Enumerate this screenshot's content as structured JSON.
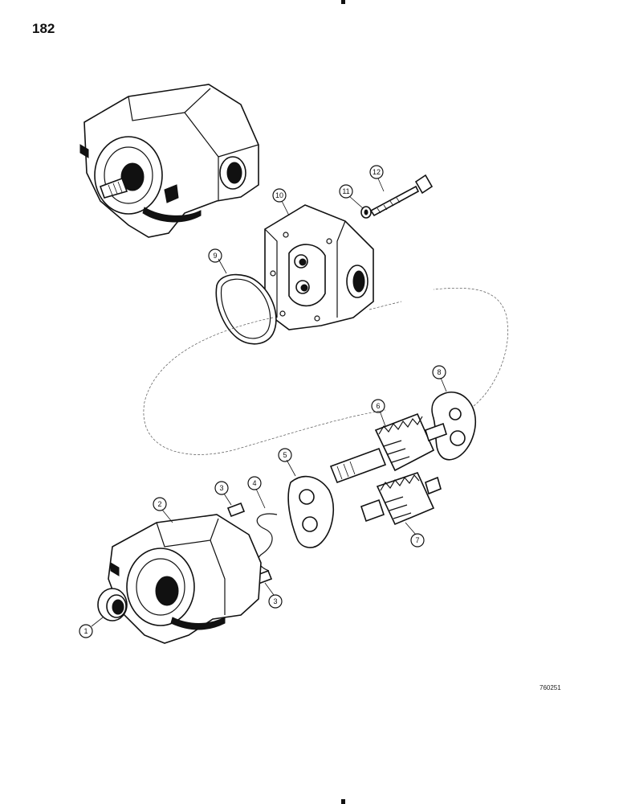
{
  "page_number": "182",
  "figure_code": "760251",
  "callouts": [
    "1",
    "2",
    "3",
    "4",
    "5",
    "6",
    "7",
    "8",
    "9",
    "10",
    "11",
    "12"
  ]
}
